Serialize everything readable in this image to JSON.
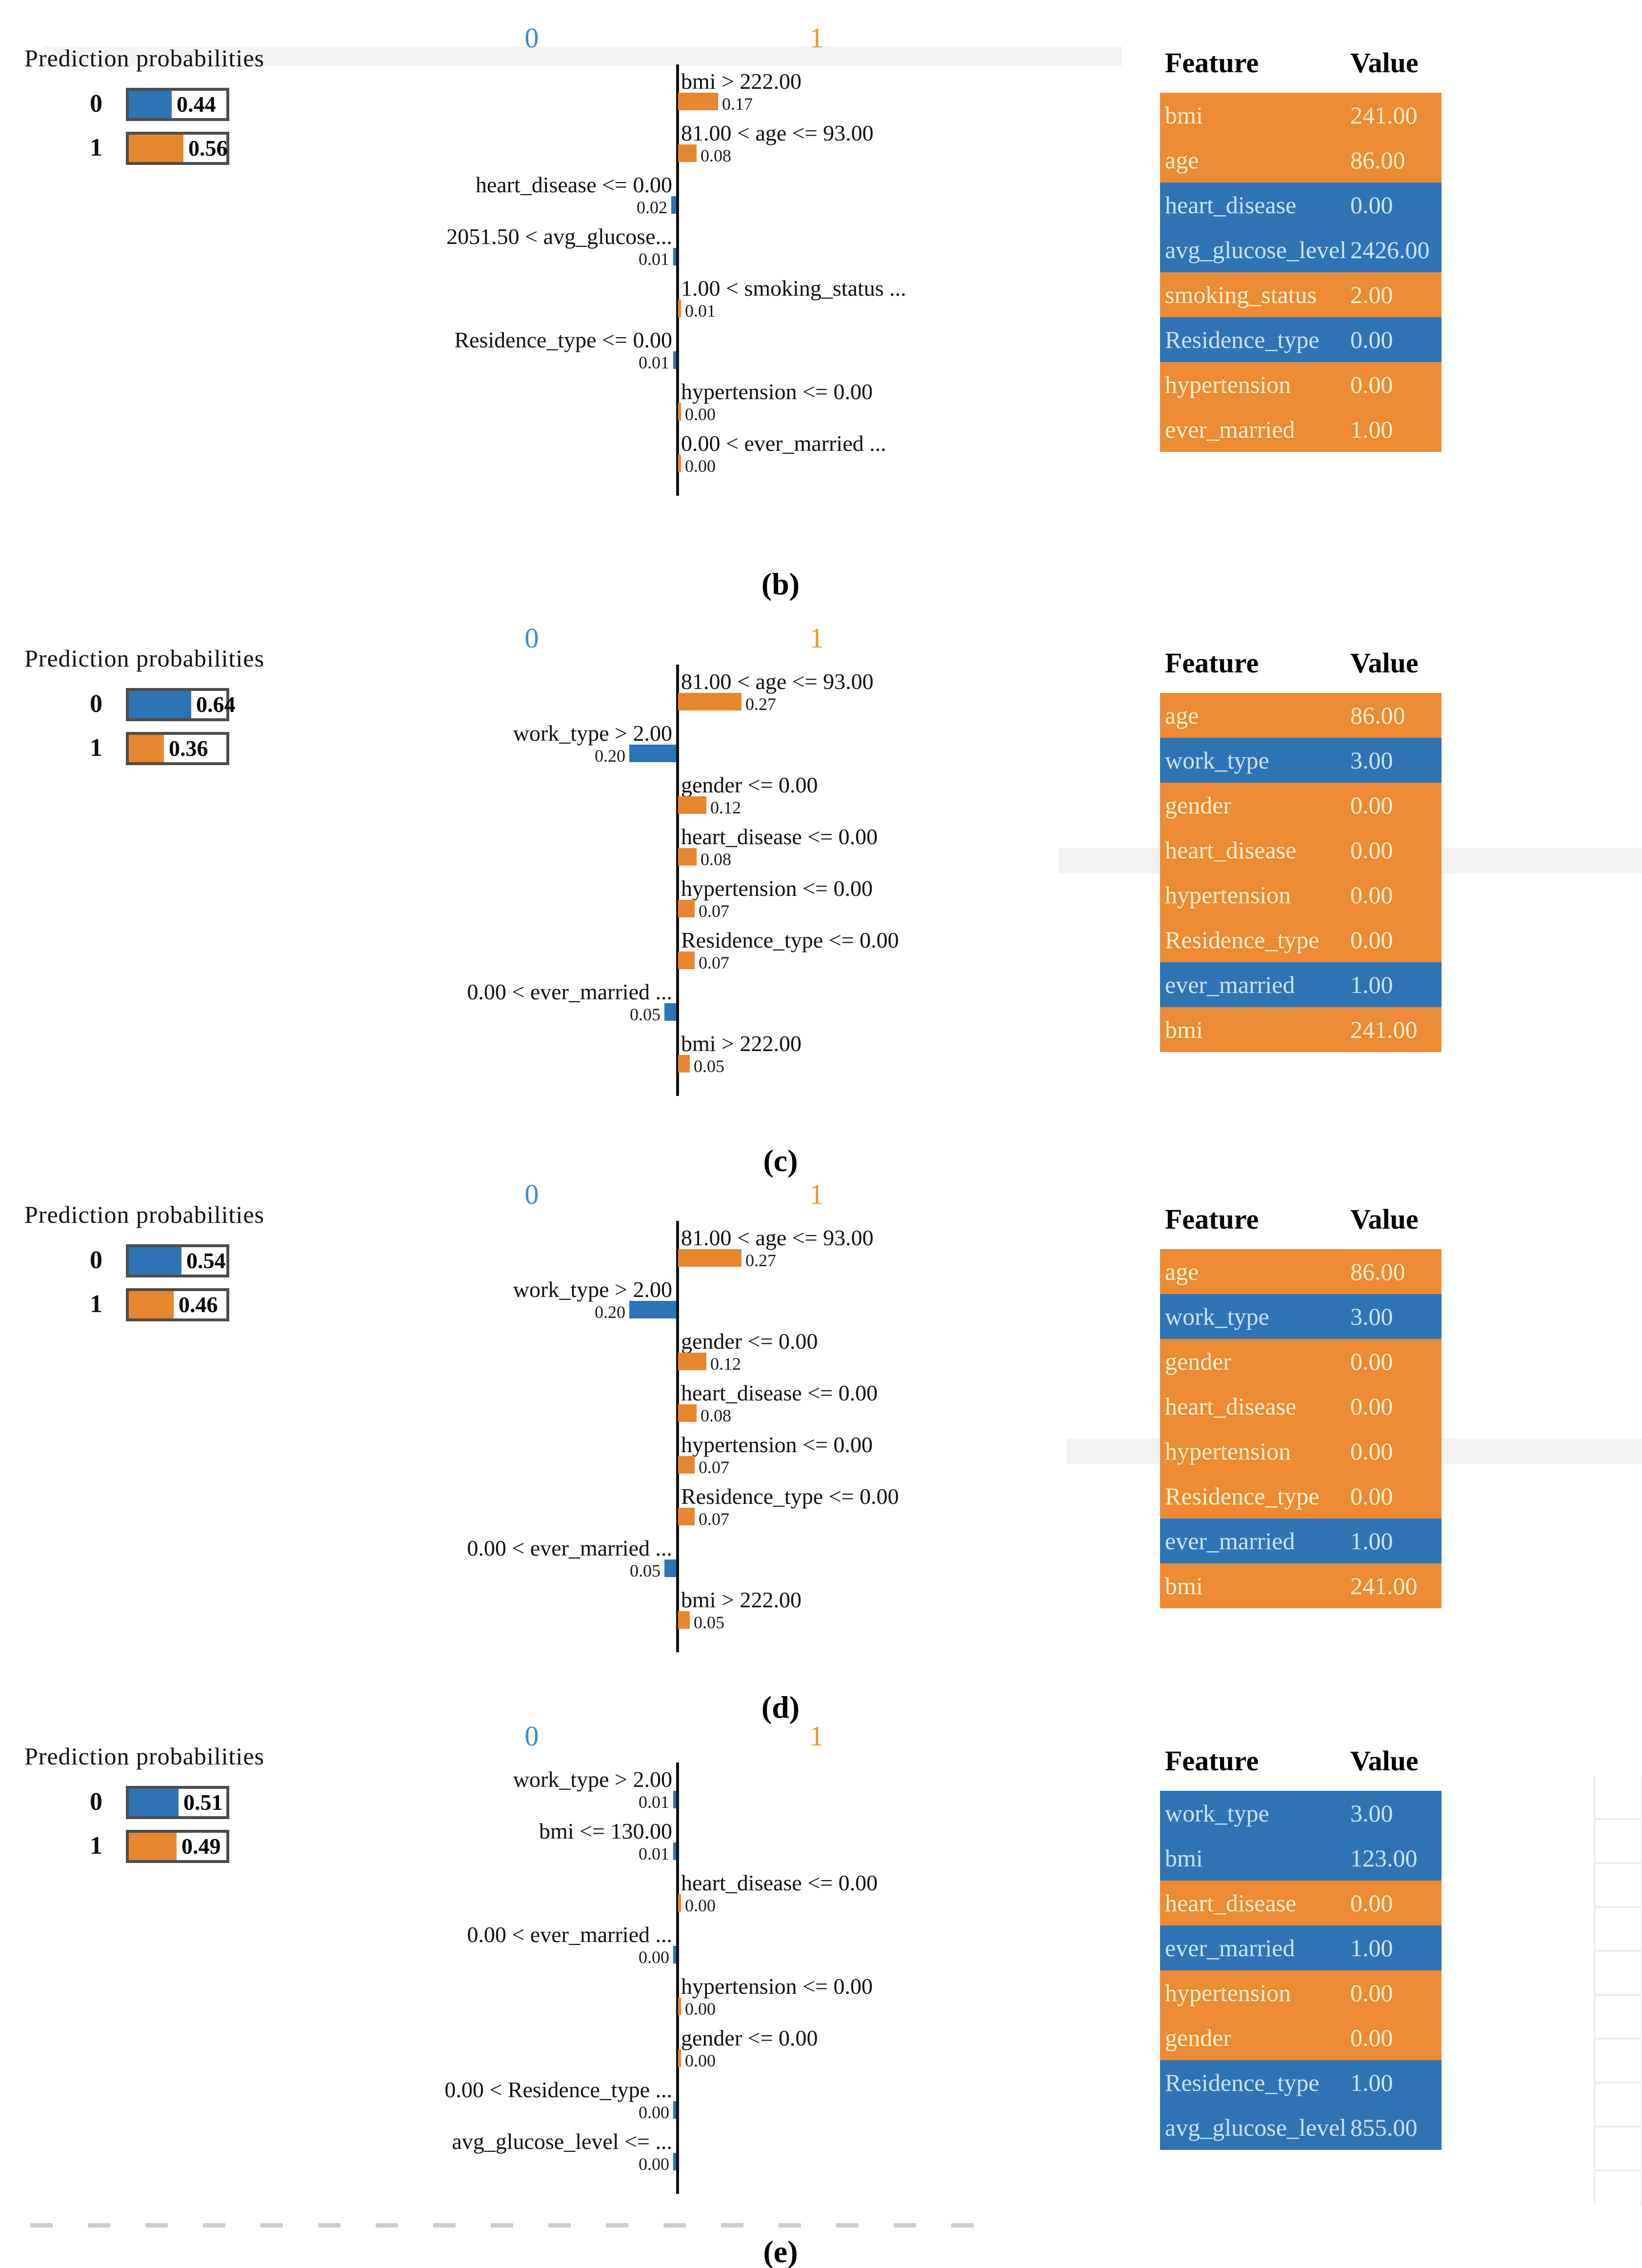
{
  "colors": {
    "bar_orange": "#E8862D",
    "bar_blue": "#2E74B5",
    "table_orange_bg": "#EC8B33",
    "table_blue_bg": "#2E74B5",
    "class0_header": "#3E8CC7",
    "class1_header": "#E9992B",
    "prob_border": "#4d4d4d"
  },
  "panels": [
    {
      "id": "b",
      "caption": "(b)",
      "pred": {
        "title": "Prediction probabilities",
        "rows": [
          {
            "label": "0",
            "value": "0.44",
            "frac": 0.44,
            "color": "blue"
          },
          {
            "label": "1",
            "value": "0.56",
            "frac": 0.56,
            "color": "orange"
          }
        ]
      },
      "chart": {
        "header0": "0",
        "header1": "1",
        "rows": [
          {
            "label": "bmi > 222.00",
            "value": "0.17",
            "frac": 0.17,
            "side": "right"
          },
          {
            "label": "81.00 < age <= 93.00",
            "value": "0.08",
            "frac": 0.08,
            "side": "right"
          },
          {
            "label": "heart_disease <= 0.00",
            "value": "0.02",
            "frac": 0.02,
            "side": "left"
          },
          {
            "label": "2051.50 < avg_glucose...",
            "value": "0.01",
            "frac": 0.01,
            "side": "left"
          },
          {
            "label": "1.00 < smoking_status ...",
            "value": "0.01",
            "frac": 0.01,
            "side": "right"
          },
          {
            "label": "Residence_type <= 0.00",
            "value": "0.01",
            "frac": 0.01,
            "side": "left"
          },
          {
            "label": "hypertension <= 0.00",
            "value": "0.00",
            "frac": 0.0,
            "side": "right"
          },
          {
            "label": "0.00 < ever_married ...",
            "value": "0.00",
            "frac": 0.0,
            "side": "right"
          }
        ]
      },
      "table": {
        "feature_header": "Feature",
        "value_header": "Value",
        "rows": [
          {
            "name": "bmi",
            "value": "241.00",
            "color": "orange"
          },
          {
            "name": "age",
            "value": "86.00",
            "color": "orange"
          },
          {
            "name": "heart_disease",
            "value": "0.00",
            "color": "blue"
          },
          {
            "name": "avg_glucose_level",
            "value": "2426.00",
            "color": "blue"
          },
          {
            "name": "smoking_status",
            "value": "2.00",
            "color": "orange"
          },
          {
            "name": "Residence_type",
            "value": "0.00",
            "color": "blue"
          },
          {
            "name": "hypertension",
            "value": "0.00",
            "color": "orange"
          },
          {
            "name": "ever_married",
            "value": "1.00",
            "color": "orange"
          }
        ]
      }
    },
    {
      "id": "c",
      "caption": "(c)",
      "pred": {
        "title": "Prediction probabilities",
        "rows": [
          {
            "label": "0",
            "value": "0.64",
            "frac": 0.64,
            "color": "blue"
          },
          {
            "label": "1",
            "value": "0.36",
            "frac": 0.36,
            "color": "orange"
          }
        ]
      },
      "chart": {
        "header0": "0",
        "header1": "1",
        "rows": [
          {
            "label": "81.00 < age <= 93.00",
            "value": "0.27",
            "frac": 0.27,
            "side": "right"
          },
          {
            "label": "work_type > 2.00",
            "value": "0.20",
            "frac": 0.2,
            "side": "left"
          },
          {
            "label": "gender <= 0.00",
            "value": "0.12",
            "frac": 0.12,
            "side": "right"
          },
          {
            "label": "heart_disease <= 0.00",
            "value": "0.08",
            "frac": 0.08,
            "side": "right"
          },
          {
            "label": "hypertension <= 0.00",
            "value": "0.07",
            "frac": 0.07,
            "side": "right"
          },
          {
            "label": "Residence_type <= 0.00",
            "value": "0.07",
            "frac": 0.07,
            "side": "right"
          },
          {
            "label": "0.00 < ever_married ...",
            "value": "0.05",
            "frac": 0.05,
            "side": "left"
          },
          {
            "label": "bmi > 222.00",
            "value": "0.05",
            "frac": 0.05,
            "side": "right"
          }
        ]
      },
      "table": {
        "feature_header": "Feature",
        "value_header": "Value",
        "rows": [
          {
            "name": "age",
            "value": "86.00",
            "color": "orange"
          },
          {
            "name": "work_type",
            "value": "3.00",
            "color": "blue"
          },
          {
            "name": "gender",
            "value": "0.00",
            "color": "orange"
          },
          {
            "name": "heart_disease",
            "value": "0.00",
            "color": "orange"
          },
          {
            "name": "hypertension",
            "value": "0.00",
            "color": "orange"
          },
          {
            "name": "Residence_type",
            "value": "0.00",
            "color": "orange"
          },
          {
            "name": "ever_married",
            "value": "1.00",
            "color": "blue"
          },
          {
            "name": "bmi",
            "value": "241.00",
            "color": "orange"
          }
        ]
      }
    },
    {
      "id": "d",
      "caption": "(d)",
      "pred": {
        "title": "Prediction probabilities",
        "rows": [
          {
            "label": "0",
            "value": "0.54",
            "frac": 0.54,
            "color": "blue"
          },
          {
            "label": "1",
            "value": "0.46",
            "frac": 0.46,
            "color": "orange"
          }
        ]
      },
      "chart": {
        "header0": "0",
        "header1": "1",
        "rows": [
          {
            "label": "81.00 < age <= 93.00",
            "value": "0.27",
            "frac": 0.27,
            "side": "right"
          },
          {
            "label": "work_type > 2.00",
            "value": "0.20",
            "frac": 0.2,
            "side": "left"
          },
          {
            "label": "gender <= 0.00",
            "value": "0.12",
            "frac": 0.12,
            "side": "right"
          },
          {
            "label": "heart_disease <= 0.00",
            "value": "0.08",
            "frac": 0.08,
            "side": "right"
          },
          {
            "label": "hypertension <= 0.00",
            "value": "0.07",
            "frac": 0.07,
            "side": "right"
          },
          {
            "label": "Residence_type <= 0.00",
            "value": "0.07",
            "frac": 0.07,
            "side": "right"
          },
          {
            "label": "0.00 < ever_married ...",
            "value": "0.05",
            "frac": 0.05,
            "side": "left"
          },
          {
            "label": "bmi > 222.00",
            "value": "0.05",
            "frac": 0.05,
            "side": "right"
          }
        ]
      },
      "table": {
        "feature_header": "Feature",
        "value_header": "Value",
        "rows": [
          {
            "name": "age",
            "value": "86.00",
            "color": "orange"
          },
          {
            "name": "work_type",
            "value": "3.00",
            "color": "blue"
          },
          {
            "name": "gender",
            "value": "0.00",
            "color": "orange"
          },
          {
            "name": "heart_disease",
            "value": "0.00",
            "color": "orange"
          },
          {
            "name": "hypertension",
            "value": "0.00",
            "color": "orange"
          },
          {
            "name": "Residence_type",
            "value": "0.00",
            "color": "orange"
          },
          {
            "name": "ever_married",
            "value": "1.00",
            "color": "blue"
          },
          {
            "name": "bmi",
            "value": "241.00",
            "color": "orange"
          }
        ]
      }
    },
    {
      "id": "e",
      "caption": "(e)",
      "pred": {
        "title": "Prediction probabilities",
        "rows": [
          {
            "label": "0",
            "value": "0.51",
            "frac": 0.51,
            "color": "blue"
          },
          {
            "label": "1",
            "value": "0.49",
            "frac": 0.49,
            "color": "orange"
          }
        ]
      },
      "chart": {
        "header0": "0",
        "header1": "1",
        "rows": [
          {
            "label": "work_type > 2.00",
            "value": "0.01",
            "frac": 0.01,
            "side": "left"
          },
          {
            "label": "bmi <= 130.00",
            "value": "0.01",
            "frac": 0.01,
            "side": "left"
          },
          {
            "label": "heart_disease <= 0.00",
            "value": "0.00",
            "frac": 0.0,
            "side": "right"
          },
          {
            "label": "0.00 < ever_married ...",
            "value": "0.00",
            "frac": 0.0,
            "side": "left"
          },
          {
            "label": "hypertension <= 0.00",
            "value": "0.00",
            "frac": 0.0,
            "side": "right"
          },
          {
            "label": "gender <= 0.00",
            "value": "0.00",
            "frac": 0.0,
            "side": "right"
          },
          {
            "label": "0.00 < Residence_type ...",
            "value": "0.00",
            "frac": 0.0,
            "side": "left"
          },
          {
            "label": "avg_glucose_level <= ...",
            "value": "0.00",
            "frac": 0.0,
            "side": "left"
          }
        ]
      },
      "table": {
        "feature_header": "Feature",
        "value_header": "Value",
        "rows": [
          {
            "name": "work_type",
            "value": "3.00",
            "color": "blue"
          },
          {
            "name": "bmi",
            "value": "123.00",
            "color": "blue"
          },
          {
            "name": "heart_disease",
            "value": "0.00",
            "color": "orange"
          },
          {
            "name": "ever_married",
            "value": "1.00",
            "color": "blue"
          },
          {
            "name": "hypertension",
            "value": "0.00",
            "color": "orange"
          },
          {
            "name": "gender",
            "value": "0.00",
            "color": "orange"
          },
          {
            "name": "Residence_type",
            "value": "1.00",
            "color": "blue"
          },
          {
            "name": "avg_glucose_level",
            "value": "855.00",
            "color": "blue"
          }
        ]
      }
    }
  ],
  "chart_data": [
    {
      "type": "bar",
      "title": "(b) LIME explanation",
      "legend_entries": [
        "0",
        "1"
      ],
      "prediction_probabilities": {
        "class_0": 0.44,
        "class_1": 0.56
      },
      "contributions": [
        {
          "feature": "bmi > 222.00",
          "weight": 0.17,
          "supports_class": 1
        },
        {
          "feature": "81.00 < age <= 93.00",
          "weight": 0.08,
          "supports_class": 1
        },
        {
          "feature": "heart_disease <= 0.00",
          "weight": 0.02,
          "supports_class": 0
        },
        {
          "feature": "2051.50 < avg_glucose...",
          "weight": 0.01,
          "supports_class": 0
        },
        {
          "feature": "1.00 < smoking_status ...",
          "weight": 0.01,
          "supports_class": 1
        },
        {
          "feature": "Residence_type <= 0.00",
          "weight": 0.01,
          "supports_class": 0
        },
        {
          "feature": "hypertension <= 0.00",
          "weight": 0.0,
          "supports_class": 1
        },
        {
          "feature": "0.00 < ever_married ...",
          "weight": 0.0,
          "supports_class": 1
        }
      ],
      "feature_values": {
        "bmi": 241.0,
        "age": 86.0,
        "heart_disease": 0.0,
        "avg_glucose_level": 2426.0,
        "smoking_status": 2.0,
        "Residence_type": 0.0,
        "hypertension": 0.0,
        "ever_married": 1.0
      }
    },
    {
      "type": "bar",
      "title": "(c) LIME explanation",
      "legend_entries": [
        "0",
        "1"
      ],
      "prediction_probabilities": {
        "class_0": 0.64,
        "class_1": 0.36
      },
      "contributions": [
        {
          "feature": "81.00 < age <= 93.00",
          "weight": 0.27,
          "supports_class": 1
        },
        {
          "feature": "work_type > 2.00",
          "weight": 0.2,
          "supports_class": 0
        },
        {
          "feature": "gender <= 0.00",
          "weight": 0.12,
          "supports_class": 1
        },
        {
          "feature": "heart_disease <= 0.00",
          "weight": 0.08,
          "supports_class": 1
        },
        {
          "feature": "hypertension <= 0.00",
          "weight": 0.07,
          "supports_class": 1
        },
        {
          "feature": "Residence_type <= 0.00",
          "weight": 0.07,
          "supports_class": 1
        },
        {
          "feature": "0.00 < ever_married ...",
          "weight": 0.05,
          "supports_class": 0
        },
        {
          "feature": "bmi > 222.00",
          "weight": 0.05,
          "supports_class": 1
        }
      ],
      "feature_values": {
        "age": 86.0,
        "work_type": 3.0,
        "gender": 0.0,
        "heart_disease": 0.0,
        "hypertension": 0.0,
        "Residence_type": 0.0,
        "ever_married": 1.0,
        "bmi": 241.0
      }
    },
    {
      "type": "bar",
      "title": "(d) LIME explanation",
      "legend_entries": [
        "0",
        "1"
      ],
      "prediction_probabilities": {
        "class_0": 0.54,
        "class_1": 0.46
      },
      "contributions": [
        {
          "feature": "81.00 < age <= 93.00",
          "weight": 0.27,
          "supports_class": 1
        },
        {
          "feature": "work_type > 2.00",
          "weight": 0.2,
          "supports_class": 0
        },
        {
          "feature": "gender <= 0.00",
          "weight": 0.12,
          "supports_class": 1
        },
        {
          "feature": "heart_disease <= 0.00",
          "weight": 0.08,
          "supports_class": 1
        },
        {
          "feature": "hypertension <= 0.00",
          "weight": 0.07,
          "supports_class": 1
        },
        {
          "feature": "Residence_type <= 0.00",
          "weight": 0.07,
          "supports_class": 1
        },
        {
          "feature": "0.00 < ever_married ...",
          "weight": 0.05,
          "supports_class": 0
        },
        {
          "feature": "bmi > 222.00",
          "weight": 0.05,
          "supports_class": 1
        }
      ],
      "feature_values": {
        "age": 86.0,
        "work_type": 3.0,
        "gender": 0.0,
        "heart_disease": 0.0,
        "hypertension": 0.0,
        "Residence_type": 0.0,
        "ever_married": 1.0,
        "bmi": 241.0
      }
    },
    {
      "type": "bar",
      "title": "(e) LIME explanation",
      "legend_entries": [
        "0",
        "1"
      ],
      "prediction_probabilities": {
        "class_0": 0.51,
        "class_1": 0.49
      },
      "contributions": [
        {
          "feature": "work_type > 2.00",
          "weight": 0.01,
          "supports_class": 0
        },
        {
          "feature": "bmi <= 130.00",
          "weight": 0.01,
          "supports_class": 0
        },
        {
          "feature": "heart_disease <= 0.00",
          "weight": 0.0,
          "supports_class": 1
        },
        {
          "feature": "0.00 < ever_married ...",
          "weight": 0.0,
          "supports_class": 0
        },
        {
          "feature": "hypertension <= 0.00",
          "weight": 0.0,
          "supports_class": 1
        },
        {
          "feature": "gender <= 0.00",
          "weight": 0.0,
          "supports_class": 1
        },
        {
          "feature": "0.00 < Residence_type ...",
          "weight": 0.0,
          "supports_class": 0
        },
        {
          "feature": "avg_glucose_level <= ...",
          "weight": 0.0,
          "supports_class": 0
        }
      ],
      "feature_values": {
        "work_type": 3.0,
        "bmi": 123.0,
        "heart_disease": 0.0,
        "ever_married": 1.0,
        "hypertension": 0.0,
        "gender": 0.0,
        "Residence_type": 1.0,
        "avg_glucose_level": 855.0
      }
    }
  ]
}
